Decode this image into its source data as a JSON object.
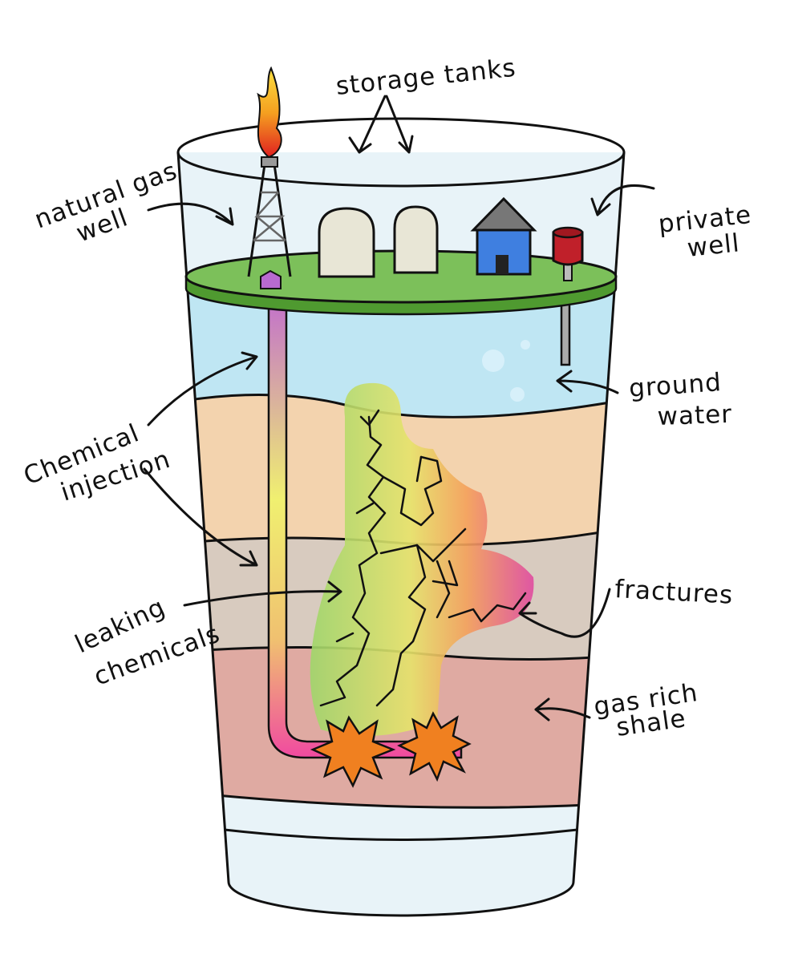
{
  "labels": {
    "storage_tanks": "storage tanks",
    "natural_gas_well_1": "natural gas",
    "natural_gas_well_2": "well",
    "private_well_1": "private",
    "private_well_2": "well",
    "ground_water_1": "ground",
    "ground_water_2": "water",
    "chemical_injection_1": "Chemical",
    "chemical_injection_2": "injection",
    "leaking_chemicals_1": "leaking",
    "leaking_chemicals_2": "chemicals",
    "fractures": "fractures",
    "gas_rich_shale_1": "gas rich",
    "gas_rich_shale_2": "shale"
  },
  "colors": {
    "glass": "#e8f3f8",
    "ground_water": "#bfe6f3",
    "sand_layer": "#f3d3ae",
    "rock_layer": "#d8cbbf",
    "shale_layer": "#dfaaa2",
    "platform": "#7cc05a",
    "house": "#3f7fe0",
    "private_well": "#c0202a",
    "tanks": "#e8e6d6",
    "flame": "#f5a020",
    "explosion": "#f08020"
  }
}
